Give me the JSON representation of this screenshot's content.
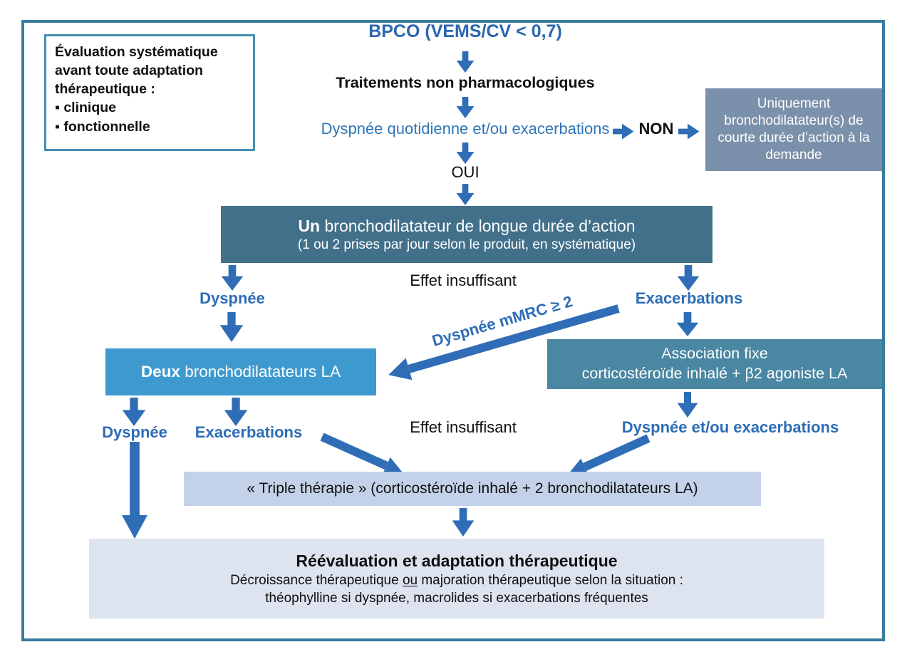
{
  "colors": {
    "frame_border": "#3a7ba0",
    "arrow_blue": "#2f6eb7",
    "title_blue": "#2b66b0",
    "question_blue": "#2e75b6",
    "label_blue": "#2d6db6",
    "box_dark_teal": "#42708b",
    "box_teal": "#4a87a2",
    "box_blue": "#3e9ace",
    "box_gray_blue": "#7b90aa",
    "box_light_blue": "#c3d2e8",
    "box_lavender": "#dde3ef"
  },
  "note": {
    "lines": [
      "Évaluation systématique",
      "avant toute adaptation",
      "thérapeutique :",
      "▪ clinique",
      "▪ fonctionnelle"
    ]
  },
  "flow": {
    "title": "BPCO (VEMS/CV < 0,7)",
    "non_pharma": "Traitements non pharmacologiques",
    "question": "Dyspnée quotidienne et/ou exacerbations",
    "non": "NON",
    "oui": "OUI",
    "short_acting_box": "Uniquement bronchodilatateur(s) de courte durée d’action à la demande",
    "one_bd": {
      "bold": "Un",
      "rest": " bronchodilatateur de longue durée d’action",
      "sub": "(1 ou 2 prises par jour selon le produit, en systématique)"
    },
    "effet1": "Effet insuffisant",
    "dyspnee1": "Dyspnée",
    "exacerbations1": "Exacerbations",
    "mmrc": "Dyspnée mMRC ≥ 2",
    "two_bd": {
      "bold": "Deux",
      "rest": " bronchodilatateurs LA"
    },
    "assoc": {
      "line1": "Association fixe",
      "line2": "corticostéroïde inhalé + β2 agoniste LA"
    },
    "dyspnee2": "Dyspnée",
    "exacerbations2": "Exacerbations",
    "effet2": "Effet insuffisant",
    "dyspnee_exac": "Dyspnée et/ou exacerbations",
    "triple": "« Triple thérapie » (corticostéroïde inhalé + 2 bronchodilatateurs LA)",
    "reeval": {
      "line1": "Réévaluation et adaptation thérapeutique",
      "line2_pre": "Décroissance thérapeutique ",
      "line2_ou": "ou",
      "line2_post": " majoration thérapeutique selon la situation :",
      "line3": "théophylline si dyspnée, macrolides si exacerbations fréquentes"
    }
  }
}
